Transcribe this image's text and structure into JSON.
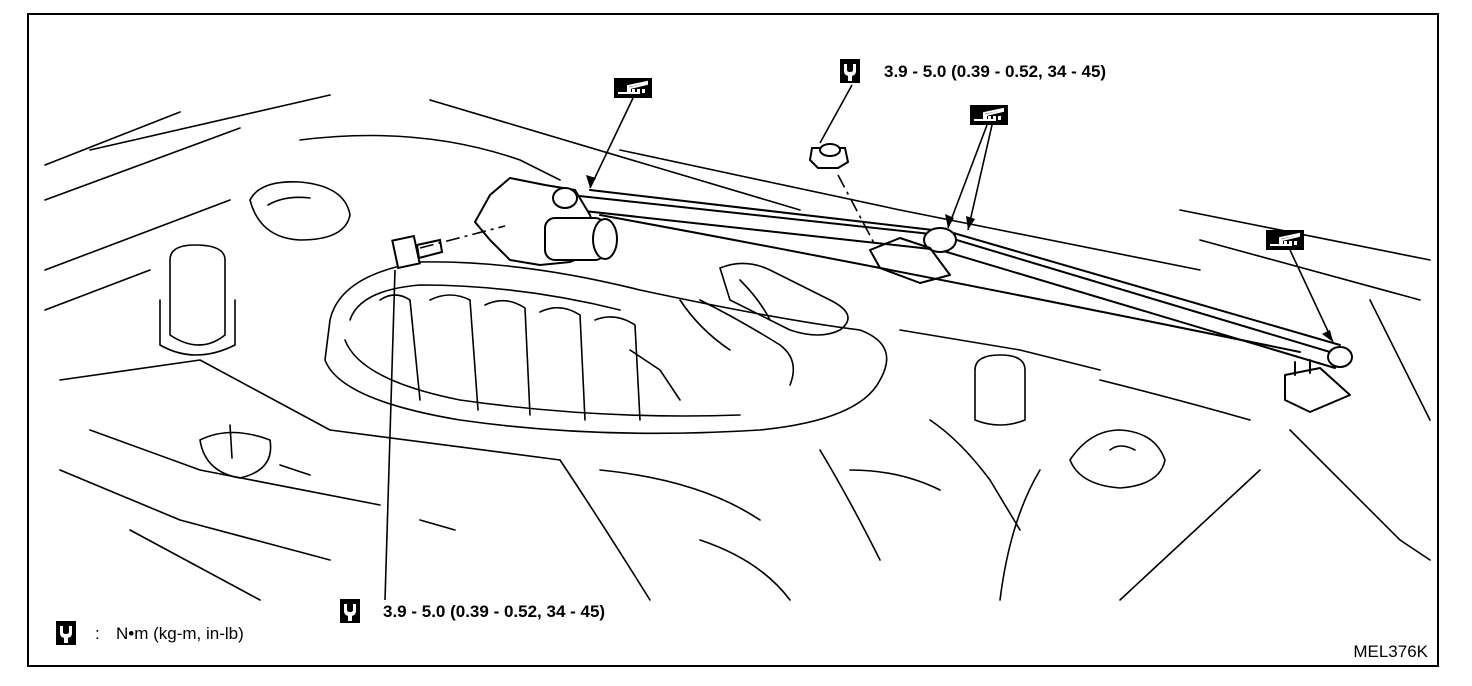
{
  "callouts": {
    "torque_top": "3.9 - 5.0 (0.39 - 0.52, 34 - 45)",
    "torque_bottom": "3.9 - 5.0 (0.39 - 0.52, 34 - 45)"
  },
  "legend": {
    "colon": ":",
    "units": "N•m  (kg-m,  in-lb)"
  },
  "figure_code": "MEL376K",
  "icons": {
    "torque": "torque-wrench-icon",
    "grease": "multi-purpose-grease-icon"
  }
}
